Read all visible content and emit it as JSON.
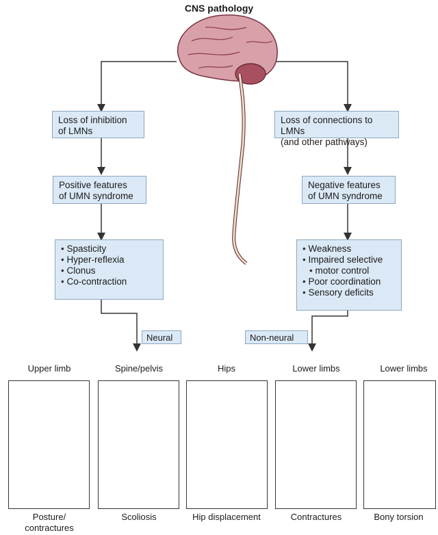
{
  "title": "CNS pathology",
  "left_branch": {
    "box1": [
      "Loss of inhibition",
      "of LMNs"
    ],
    "box2": [
      "Positive features",
      "of UMN syndrome"
    ],
    "items": [
      "Spasticity",
      "Hyper-reflexia",
      "Clonus",
      "Co-contraction"
    ],
    "tag": "Neural"
  },
  "right_branch": {
    "box1": [
      "Loss of connections to LMNs",
      "(and other pathways)"
    ],
    "box2": [
      "Negative features",
      "of UMN syndrome"
    ],
    "items": [
      "Weakness",
      "Impaired selective",
      "motor control",
      "Poor coordination",
      "Sensory deficits"
    ],
    "tag": "Non-neural"
  },
  "panels": [
    {
      "label": "Upper limb",
      "caption": [
        "Posture/",
        "contractures"
      ],
      "icon": "arm-contracture-icon"
    },
    {
      "label": "Spine/pelvis",
      "caption": [
        "Scoliosis"
      ],
      "icon": "scoliosis-spine-icon"
    },
    {
      "label": "Hips",
      "caption": [
        "Hip displacement"
      ],
      "icon": "hip-pelvis-icon"
    },
    {
      "label": "Lower limbs",
      "caption": [
        "Contractures"
      ],
      "icon": "leg-contracture-icon"
    },
    {
      "label": "Lower limbs",
      "caption": [
        "Bony torsion"
      ],
      "icon": "leg-torsion-icon"
    }
  ],
  "colors": {
    "box_fill": "#dbe9f6",
    "box_border": "#8aa6bf",
    "brain": "#d8a0a8",
    "bone": "#ecdfc4",
    "muscle": "#b84a5c"
  }
}
